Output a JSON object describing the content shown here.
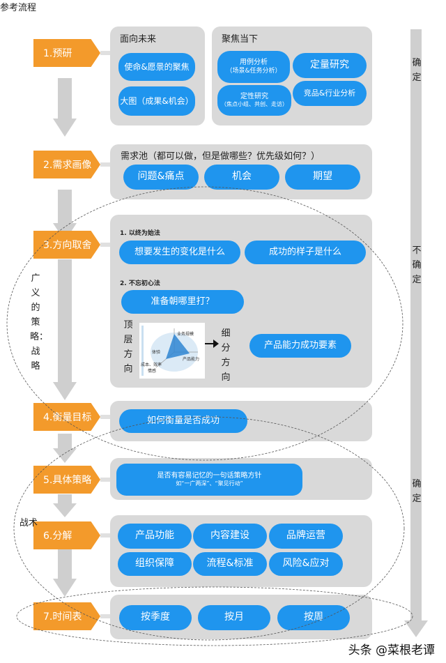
{
  "title": "参考流程",
  "steps": [
    {
      "label": "1.预研"
    },
    {
      "label": "2.需求画像"
    },
    {
      "label": "3.方向取舍"
    },
    {
      "label": "4.衡量目标"
    },
    {
      "label": "5.具体策略"
    },
    {
      "label": "6.分解"
    },
    {
      "label": "7.时间表"
    }
  ],
  "p1a": {
    "title": "面向未来",
    "pills": [
      "使命&愿景的聚焦",
      "大图（成果&机会）"
    ]
  },
  "p1b": {
    "title": "聚焦当下",
    "pill1": [
      "用例分析",
      "（场景&任务分析）"
    ],
    "pill2": "定量研究",
    "pill3": [
      "定性研究",
      "（焦点小组、共创、走访）"
    ],
    "pill4": "竞品&行业分析"
  },
  "p2": {
    "title": "需求池（都可以做，但是做哪些？优先级如何？）",
    "pills": [
      "问题&痛点",
      "机会",
      "期望"
    ]
  },
  "p3": {
    "sub1": "1. 以终为始法",
    "pill1": "想要发生的变化是什么",
    "pill2": "成功的样子是什么",
    "sub2": "2. 不忘初心法",
    "pill3": "准备朝哪里打？",
    "left_vert": "顶层方向",
    "right_vert": "细分方向",
    "pill4": "产品能力成功要素",
    "chart": {
      "labels": [
        "业务规模",
        "体验",
        "产品能力",
        "成本、效率",
        "情感"
      ]
    }
  },
  "p4": {
    "pill": "如何衡量是否成功"
  },
  "p5": {
    "pill": [
      "是否有容易记忆的一句话策略方针",
      "如“一广两深”、“聚见行动”"
    ]
  },
  "p6": {
    "pills": [
      "产品功能",
      "内容建设",
      "品牌运营",
      "组织保障",
      "流程&标准",
      "风险&应对"
    ]
  },
  "p7": {
    "pills": [
      "按季度",
      "按月",
      "按周"
    ]
  },
  "right_labels": [
    "确定",
    "不确定",
    "确定"
  ],
  "left_labels": {
    "strategy": "广义的策略：战略",
    "tactics": "战术"
  },
  "watermark": "头条 @菜根老谭",
  "colors": {
    "orange": "#f39a2b",
    "blue": "#1f95ee",
    "panel": "#d9d9d9",
    "arrow": "#cfcfcf"
  }
}
